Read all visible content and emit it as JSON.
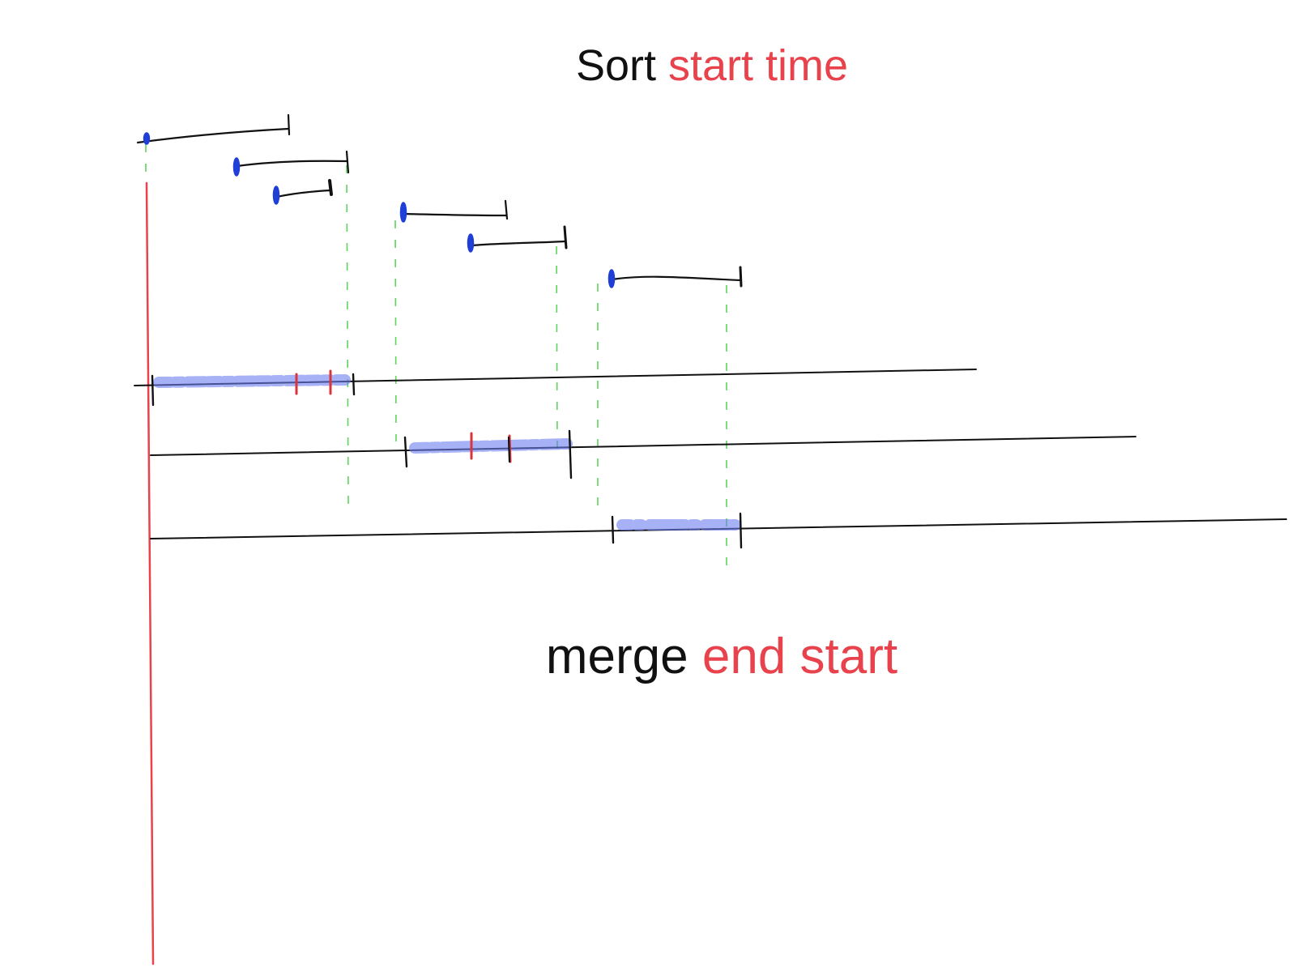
{
  "captions": {
    "top": {
      "word": "Sort",
      "highlight": "start time"
    },
    "bottom": {
      "word": "merge",
      "highlight": "end start"
    }
  },
  "colors": {
    "ink": "#111111",
    "accent": "#e8424c",
    "start_marker": "#1f3fd6",
    "guide": "#5fd35f",
    "merged_fill": "#6c7df0",
    "overlap_tick": "#d8363c"
  },
  "intervals_sorted_by_start": [
    {
      "start": 0,
      "end": 4.2
    },
    {
      "start": 2.7,
      "end": 6.1
    },
    {
      "start": 3.9,
      "end": 5.6
    },
    {
      "start": 7.3,
      "end": 10.5
    },
    {
      "start": 9.4,
      "end": 12.5
    },
    {
      "start": 13.6,
      "end": 17.7
    }
  ],
  "merged_rows": [
    {
      "start": 0,
      "end": 6.1
    },
    {
      "start": 7.3,
      "end": 12.5
    },
    {
      "start": 13.6,
      "end": 17.7
    }
  ]
}
